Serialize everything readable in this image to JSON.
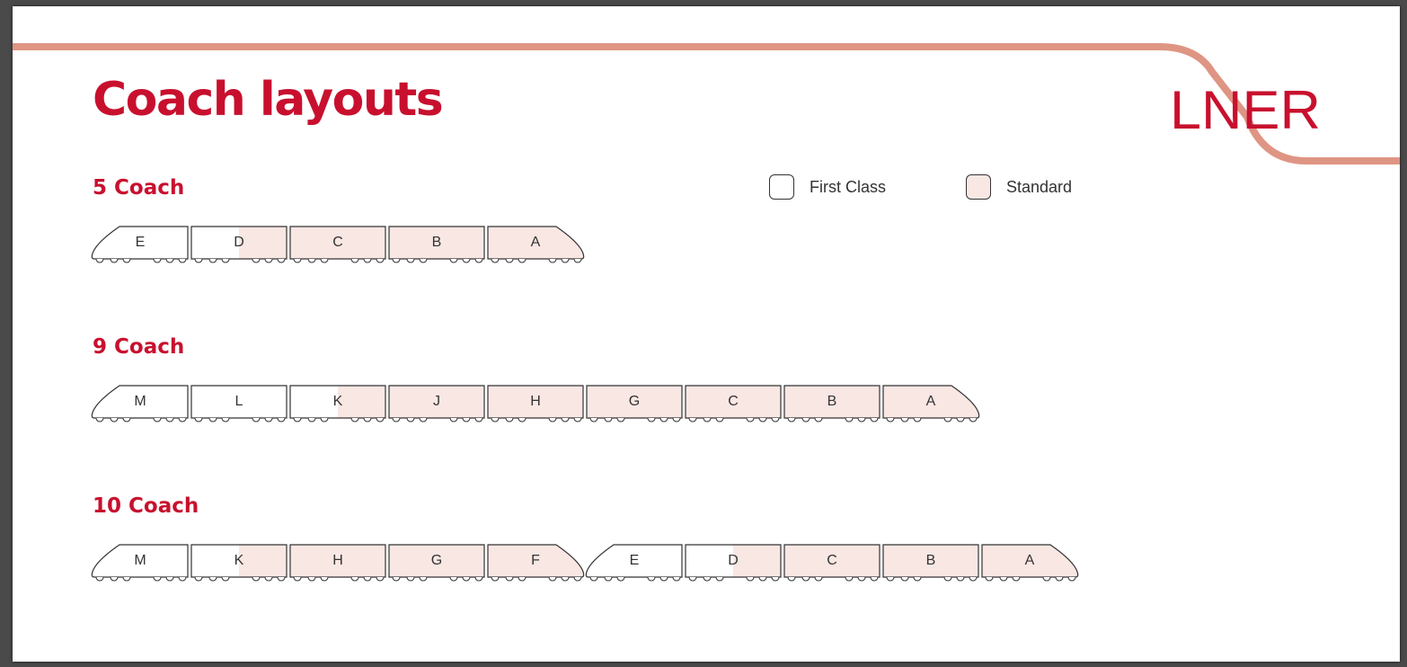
{
  "title": "Coach layouts",
  "brand": "LNER",
  "colors": {
    "accent": "#c8102e",
    "stripe": "#df9583",
    "standard_fill": "#f9e7e4",
    "first_fill": "#ffffff",
    "outline": "#333333"
  },
  "legend": {
    "first_label": "First Class",
    "standard_label": "Standard"
  },
  "layouts": [
    {
      "name": "5 Coach",
      "coaches": [
        {
          "id": "E",
          "seating": "first",
          "end": "cab-left"
        },
        {
          "id": "D",
          "seating": "mixed"
        },
        {
          "id": "C",
          "seating": "standard"
        },
        {
          "id": "B",
          "seating": "standard"
        },
        {
          "id": "A",
          "seating": "standard",
          "end": "cab-right"
        }
      ]
    },
    {
      "name": "9 Coach",
      "coaches": [
        {
          "id": "M",
          "seating": "first",
          "end": "cab-left"
        },
        {
          "id": "L",
          "seating": "first"
        },
        {
          "id": "K",
          "seating": "mixed"
        },
        {
          "id": "J",
          "seating": "standard"
        },
        {
          "id": "H",
          "seating": "standard"
        },
        {
          "id": "G",
          "seating": "standard"
        },
        {
          "id": "C",
          "seating": "standard"
        },
        {
          "id": "B",
          "seating": "standard"
        },
        {
          "id": "A",
          "seating": "standard",
          "end": "cab-right"
        }
      ]
    },
    {
      "name": "10 Coach",
      "coaches": [
        {
          "id": "M",
          "seating": "first",
          "end": "cab-left"
        },
        {
          "id": "K",
          "seating": "mixed"
        },
        {
          "id": "H",
          "seating": "standard"
        },
        {
          "id": "G",
          "seating": "standard"
        },
        {
          "id": "F",
          "seating": "standard",
          "end": "cab-right"
        },
        {
          "id": "E",
          "seating": "first",
          "end": "cab-left"
        },
        {
          "id": "D",
          "seating": "mixed"
        },
        {
          "id": "C",
          "seating": "standard"
        },
        {
          "id": "B",
          "seating": "standard"
        },
        {
          "id": "A",
          "seating": "standard",
          "end": "cab-right"
        }
      ]
    }
  ]
}
